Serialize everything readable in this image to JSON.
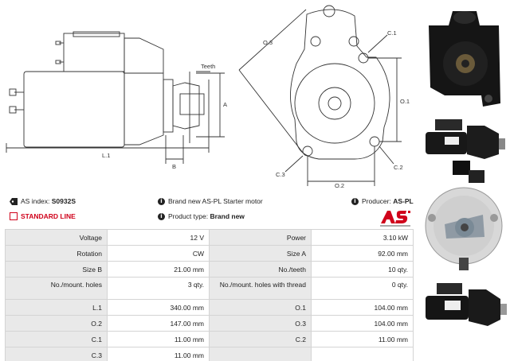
{
  "header": {
    "index_label": "AS index:",
    "index_value": "S0932S",
    "brand_text": "Brand new AS-PL Starter motor",
    "producer_label": "Producer:",
    "producer_value": "AS-PL",
    "standard_line": "STANDARD LINE",
    "product_type_label": "Product type:",
    "product_type_value": "Brand new"
  },
  "drawing_labels": {
    "teeth": "Teeth",
    "a": "A",
    "b": "B",
    "l1": "L.1",
    "o1": "O.1",
    "o2": "O.2",
    "o3": "O.3",
    "c1": "C.1",
    "c2": "C.2",
    "c3": "C.3"
  },
  "specs": [
    {
      "k1": "Voltage",
      "v1": "12 V",
      "k2": "Power",
      "v2": "3.10 kW"
    },
    {
      "k1": "Rotation",
      "v1": "CW",
      "k2": "Size A",
      "v2": "92.00 mm"
    },
    {
      "k1": "Size B",
      "v1": "21.00 mm",
      "k2": "No./teeth",
      "v2": "10 qty."
    },
    {
      "k1": "No./mount. holes",
      "v1": "3 qty.",
      "k2": "No./mount. holes with thread",
      "v2": "0 qty."
    },
    {
      "k1": "L.1",
      "v1": "340.00 mm",
      "k2": "O.1",
      "v2": "104.00 mm"
    },
    {
      "k1": "O.2",
      "v1": "147.00 mm",
      "k2": "O.3",
      "v2": "104.00 mm"
    },
    {
      "k1": "C.1",
      "v1": "11.00 mm",
      "k2": "C.2",
      "v2": "11.00 mm"
    },
    {
      "k1": "C.3",
      "v1": "11.00 mm",
      "k2": "",
      "v2": ""
    }
  ],
  "colors": {
    "accent": "#d0021b",
    "key_bg": "#e9e9e9",
    "border": "#d4d4d4"
  }
}
